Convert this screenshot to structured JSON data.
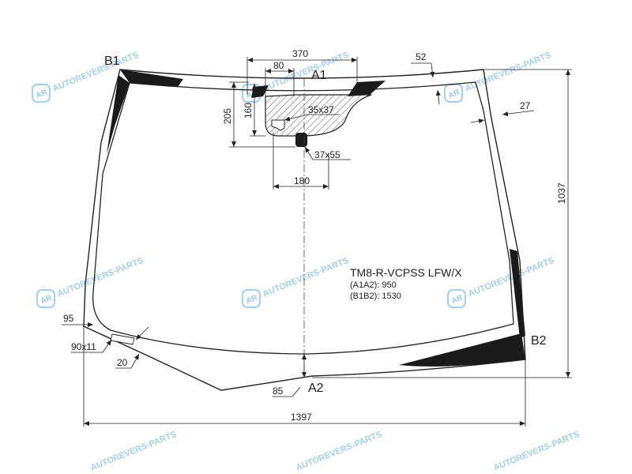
{
  "corners": {
    "b1": "B1",
    "b2": "B2",
    "a1": "A1",
    "a2": "A2"
  },
  "dimensions": {
    "d370": "370",
    "d80": "80",
    "d52": "52",
    "d27": "27",
    "d205": "205",
    "d160": "160",
    "d35x37": "35x37",
    "d37x55": "37x55",
    "d180": "180",
    "d1037": "1037",
    "d95": "95",
    "d90x11": "90x11",
    "d20": "20",
    "d85": "85",
    "d1397": "1397"
  },
  "info": {
    "model": "TM8-R-VCPSS LFW/X",
    "a1a2": "(A1A2): 950",
    "b1b2": "(B1B2): 1530"
  },
  "watermark": {
    "text": "AUTOREVERS-PARTS",
    "logo": "AR"
  }
}
